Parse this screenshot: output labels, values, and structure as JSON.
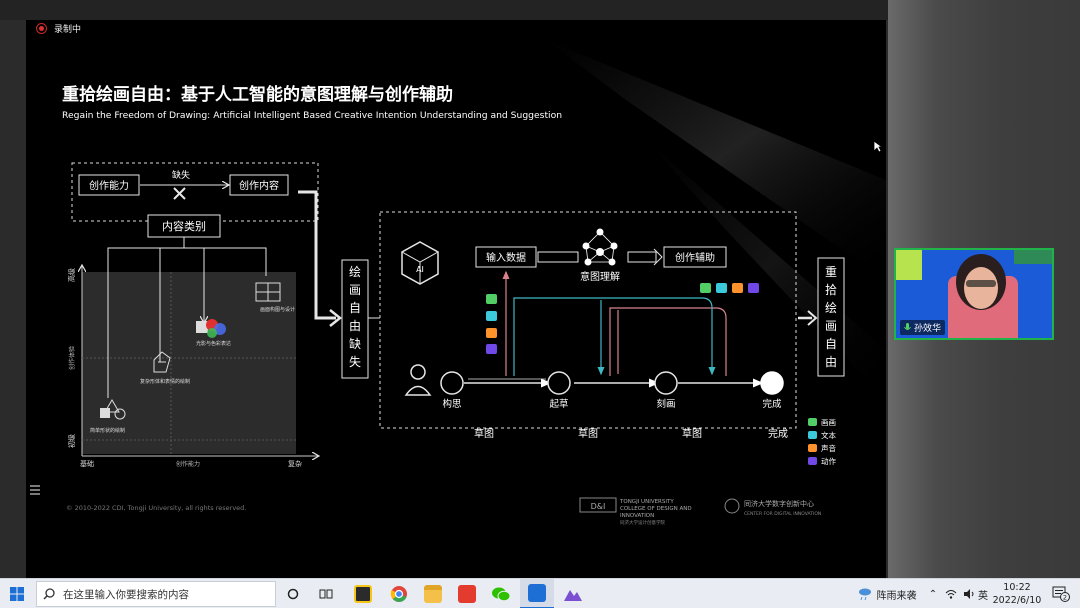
{
  "recording": {
    "label": "录制中"
  },
  "slide": {
    "title_cn": "重拾绘画自由：基于人工智能的意图理解与创作辅助",
    "title_en": "Regain the Freedom of Drawing: Artificial Intelligent Based Creative Intention Understanding and Suggestion",
    "left": {
      "ability": "创作能力",
      "missing": "缺失",
      "content": "创作内容",
      "categories": "内容类别",
      "y_top": "高级",
      "y_mid": "创作体验",
      "y_bottom": "初级",
      "x_left": "基础",
      "x_mid": "创作能力",
      "x_right": "复杂",
      "item1": "画面构图与设计",
      "item2": "光影与色彩表达",
      "item3": "复杂形体和表情的绘制",
      "item4": "简单形状的绘制"
    },
    "vertical_left": [
      "绘",
      "画",
      "自",
      "由",
      "缺",
      "失"
    ],
    "vertical_right": [
      "重",
      "拾",
      "绘",
      "画",
      "自",
      "由"
    ],
    "center": {
      "ai": "AI",
      "input": "输入数据",
      "intent": "意图理解",
      "assist": "创作辅助",
      "nodes": [
        "构思",
        "起草",
        "刻画",
        "完成"
      ],
      "bottom": [
        "草图",
        "草图",
        "草图",
        "完成"
      ]
    },
    "legend": [
      "画画",
      "文本",
      "声音",
      "动作"
    ],
    "copyright": "© 2010-2022 CDI, Tongji University, all rights reserved.",
    "logo1_main": "TONGJI UNIVERSITY",
    "logo1_sub1": "COLLEGE OF DESIGN AND",
    "logo1_sub2": "INNOVATION",
    "logo1_cn": "同济大学设计创意学院",
    "logo2_cn": "同济大学数字创新中心",
    "logo2_en": "CENTER FOR DIGITAL INNOVATION",
    "logo1_mark": "D&I"
  },
  "participant": {
    "name": "孙效华"
  },
  "taskbar": {
    "search_placeholder": "在这里输入你要搜索的内容",
    "weather": "阵雨来袭",
    "ime": "英",
    "time": "10:22",
    "date": "2022/6/10",
    "notification_count": "2"
  },
  "colors": {
    "accent_teal": "#3fb8c4",
    "accent_pink": "#d9828f",
    "video_green": "#1fb34a"
  }
}
